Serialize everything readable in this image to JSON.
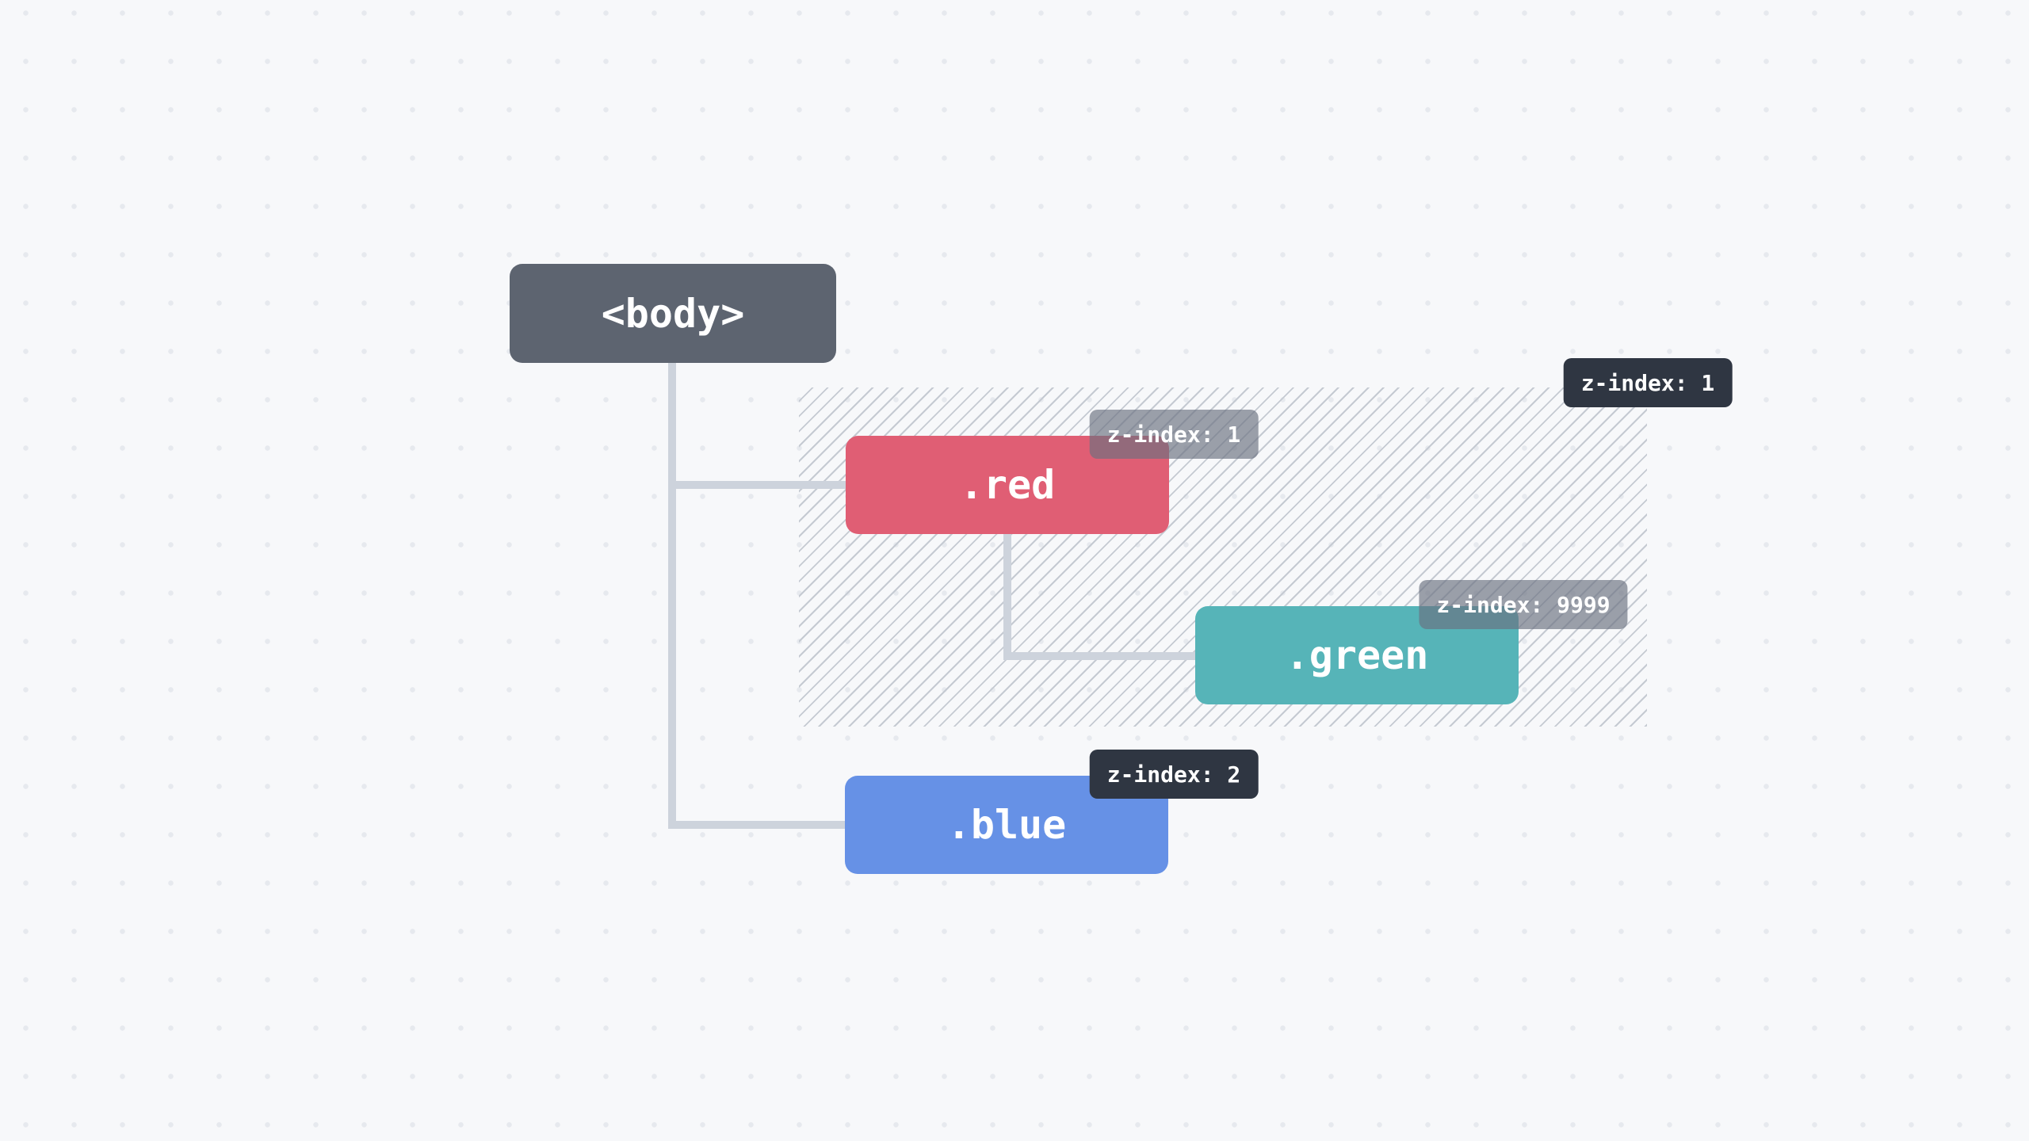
{
  "diagram": {
    "description": "DOM tree z-index stacking diagram",
    "colors": {
      "background": "#f7f8fa",
      "dot_grid": "#e6e9ee",
      "edge": "#cdd3dc",
      "hatch_stripe": "#c5cad2",
      "badge_dark": "#2f3642",
      "badge_translucent": "rgba(106,113,127,0.66)",
      "text": "#ffffff"
    }
  },
  "nodes": {
    "body": {
      "label": "<body>",
      "color": "#5d6470"
    },
    "red": {
      "label": ".red",
      "color": "#e05e74",
      "badge": {
        "label": "z-index: 1",
        "variant": "translucent"
      }
    },
    "green": {
      "label": ".green",
      "color": "#56b4b8",
      "badge": {
        "label": "z-index: 9999",
        "variant": "translucent"
      }
    },
    "blue": {
      "label": ".blue",
      "color": "#6691e6",
      "badge": {
        "label": "z-index: 2",
        "variant": "dark"
      }
    }
  },
  "stacking_context": {
    "badge": {
      "label": "z-index: 1",
      "variant": "dark"
    }
  }
}
